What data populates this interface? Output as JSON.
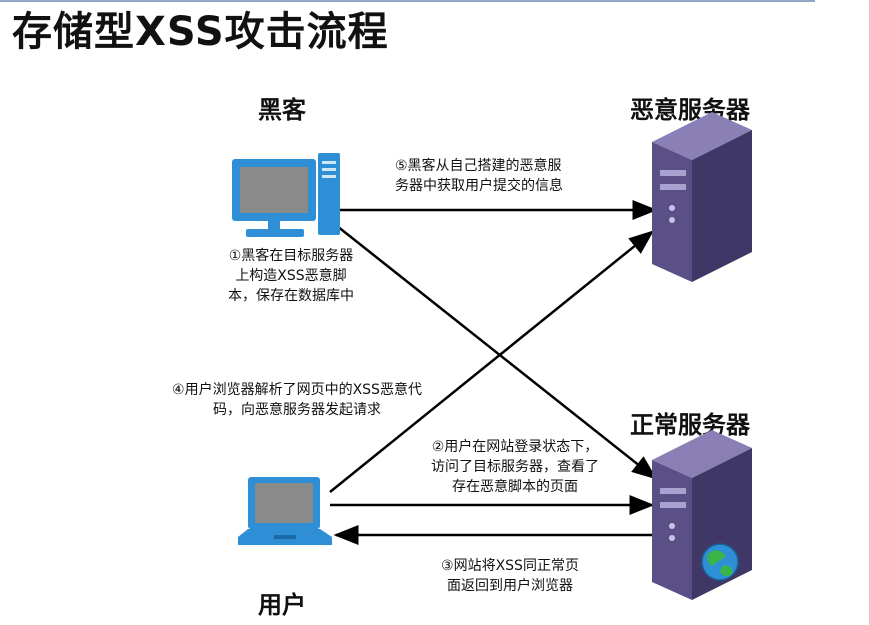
{
  "title": "存储型XSS攻击流程",
  "nodes": {
    "hacker": "黑客",
    "malicious_server": "恶意服务器",
    "normal_server": "正常服务器",
    "user": "用户"
  },
  "steps": {
    "step1": [
      "①黑客在目标服务器",
      "上构造XSS恶意脚",
      "本，保存在数据库中"
    ],
    "step2": [
      "②用户在网站登录状态下，",
      "访问了目标服务器，查看了",
      "存在恶意脚本的页面"
    ],
    "step3": [
      "③网站将XSS同正常页",
      "面返回到用户浏览器"
    ],
    "step4": [
      "④用户浏览器解析了网页中的XSS恶意代",
      "码，向恶意服务器发起请求"
    ],
    "step5": [
      "⑤黑客从自己搭建的恶意服",
      "务器中获取用户提交的信息"
    ]
  },
  "icons": {
    "hacker_computer": "desktop-computer-icon",
    "user_computer": "laptop-icon",
    "malicious_server": "server-tower-icon",
    "normal_server": "server-tower-icon",
    "globe": "globe-icon"
  },
  "colors": {
    "screen_blue": "#2f8fd6",
    "screen_gray": "#8a8a8a",
    "server_purple": "#5a4f86",
    "arrow": "#000000"
  }
}
